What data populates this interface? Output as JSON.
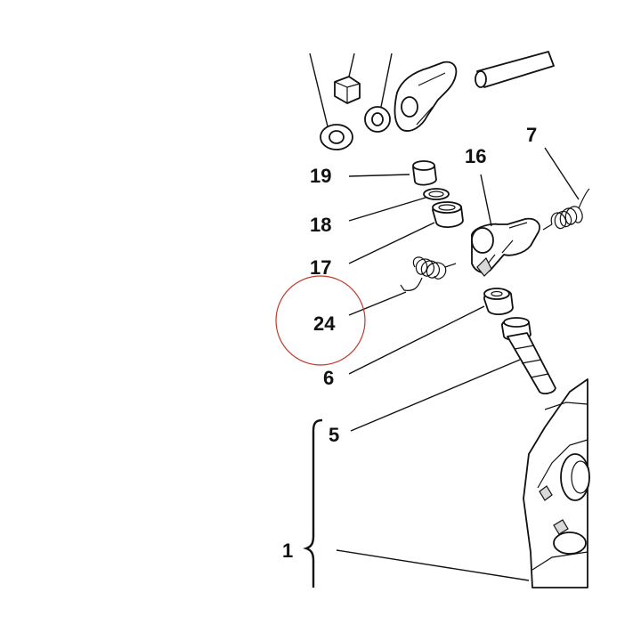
{
  "diagram": {
    "callouts": [
      "19",
      "18",
      "17",
      "24",
      "6",
      "5",
      "1",
      "16",
      "7"
    ],
    "highlight_color": "#c0392b"
  }
}
